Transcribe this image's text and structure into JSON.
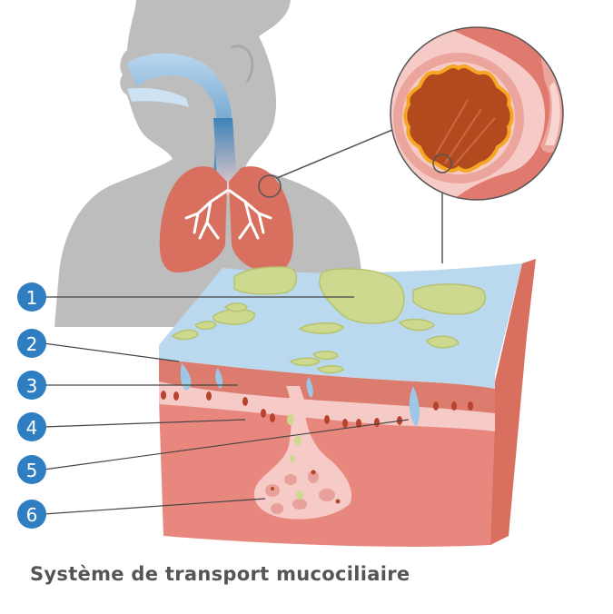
{
  "caption": "Système de transport mucociliaire",
  "markers": [
    {
      "label": "1"
    },
    {
      "label": "2"
    },
    {
      "label": "3"
    },
    {
      "label": "4"
    },
    {
      "label": "5"
    },
    {
      "label": "6"
    }
  ],
  "colors": {
    "marker": "#2E7EC1",
    "silhouette": "#BDBDBD",
    "lung": "#D9705F",
    "mucus": "#CDD98E",
    "liquid": "#BBD9EE",
    "tissue": "#E8877E",
    "tissue_light": "#F6CBC7",
    "airway_lumen": "#B34A1E",
    "airway_ring": "#F5A623"
  }
}
